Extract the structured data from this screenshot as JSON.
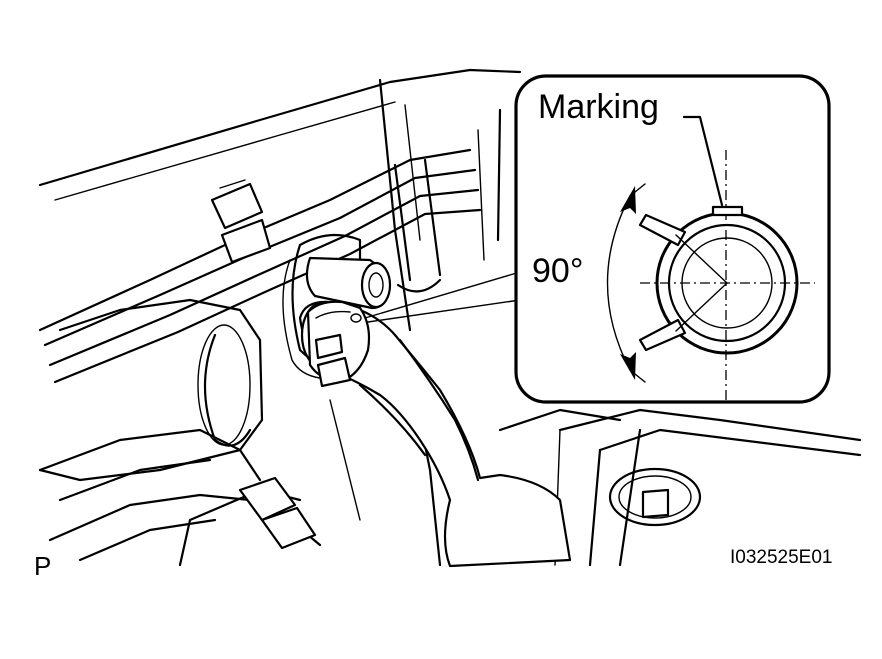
{
  "labels": {
    "marking": "Marking",
    "angle": "90°",
    "view": "P",
    "figure_id": "I032525E01"
  }
}
